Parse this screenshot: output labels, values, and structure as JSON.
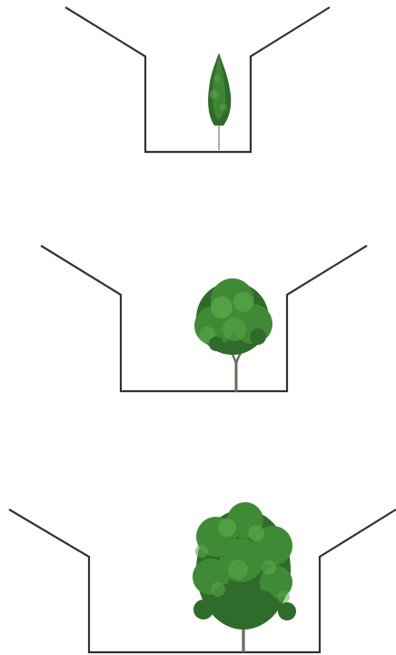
{
  "diagram": {
    "panels": [
      {
        "id": "panel-1",
        "tree": "conifer-small"
      },
      {
        "id": "panel-2",
        "tree": "broadleaf-medium"
      },
      {
        "id": "panel-3",
        "tree": "broadleaf-large"
      }
    ],
    "colors": {
      "outline": "#333333",
      "foliage_dark": "#2f6b2a",
      "foliage_mid": "#3f8a35",
      "foliage_light": "#5aa84a",
      "trunk": "#6b6b5a"
    }
  }
}
